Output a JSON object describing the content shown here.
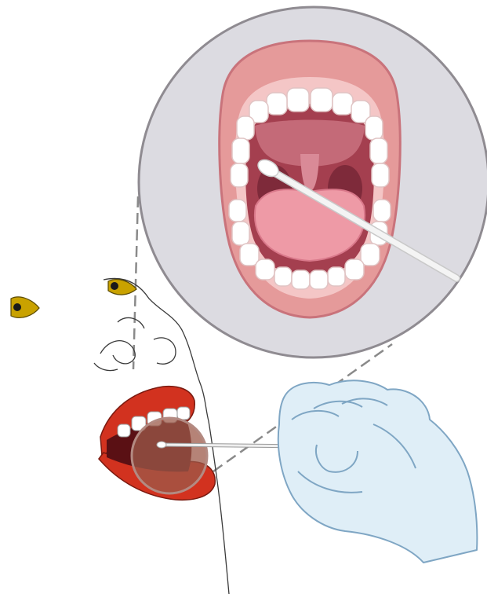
{
  "illustration": {
    "subject": "oral-swab-collection",
    "elements": [
      "zoom-circle",
      "open-mouth",
      "uvula",
      "tongue",
      "upper-teeth",
      "lower-teeth",
      "swab",
      "face-outline",
      "eyes",
      "lips",
      "magnifier-lens",
      "gloved-hand",
      "dashed-guide-lines"
    ]
  },
  "colors": {
    "background": "#ffffff",
    "zoom_circle_fill": "#dcdbe1",
    "zoom_circle_stroke": "#8f8b91",
    "lip": "#e59a9a",
    "lip_dark": "#c9737b",
    "mouth_cavity": "#a43f4f",
    "tongue": "#ee9aa6",
    "teeth": "#ffffff",
    "swab": "#f1f1f1",
    "profile_lip": "#d2321f",
    "eye_iris": "#c9a200",
    "glove": "#dfeef7",
    "glove_stroke": "#7fa6c4",
    "guide_line": "#8a8a8a"
  }
}
